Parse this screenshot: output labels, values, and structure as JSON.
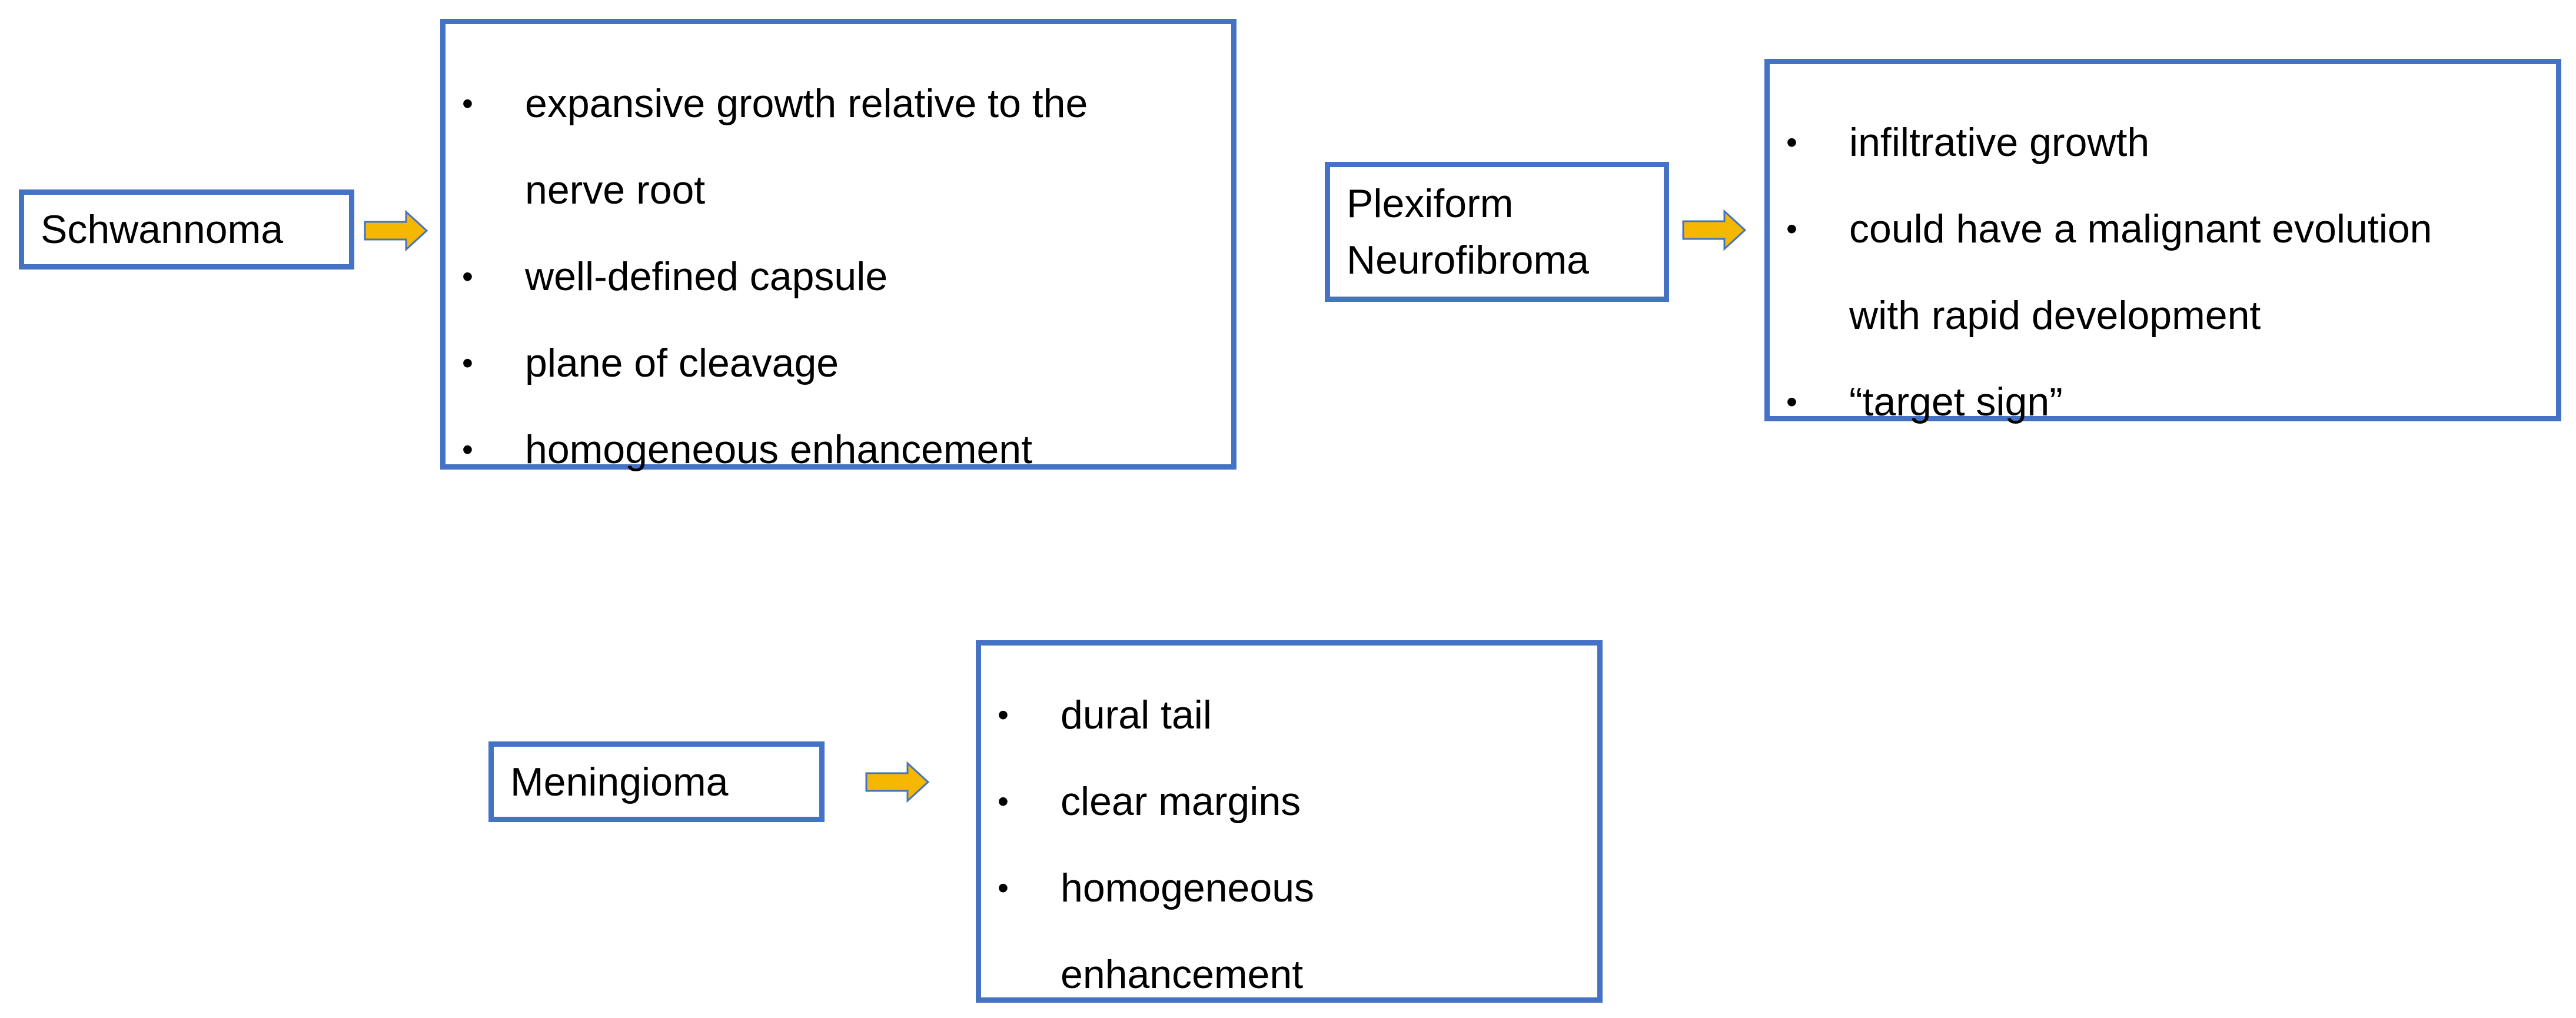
{
  "colors": {
    "border": "#4472C4",
    "arrow_fill": "#F5B700",
    "arrow_stroke": "#4472C4"
  },
  "diagram": {
    "schwannoma": {
      "label": "Schwannoma",
      "arrow_icon": "right-arrow-icon",
      "features": [
        "expansive growth relative to the",
        "nerve root",
        "well-defined capsule",
        "plane of cleavage",
        "homogeneous enhancement"
      ]
    },
    "plexiform": {
      "label": "Plexiform\nNeurofibroma",
      "arrow_icon": "right-arrow-icon",
      "features": [
        "infiltrative growth",
        "could have a malignant evolution",
        "with rapid development",
        "“target sign”"
      ]
    },
    "meningioma": {
      "label": "Meningioma",
      "arrow_icon": "right-arrow-icon",
      "features": [
        "dural tail",
        "clear margins",
        "homogeneous",
        "enhancement"
      ]
    }
  }
}
